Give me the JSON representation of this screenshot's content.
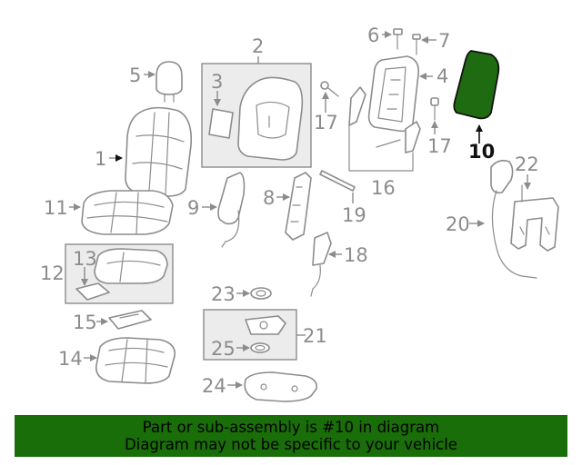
{
  "diagram": {
    "highlight_color": "#1f6b12",
    "callouts": {
      "c1": "1",
      "c2": "2",
      "c3": "3",
      "c4": "4",
      "c5": "5",
      "c6": "6",
      "c7": "7",
      "c8": "8",
      "c9": "9",
      "c10": "10",
      "c11": "11",
      "c12": "12",
      "c13": "13",
      "c14": "14",
      "c15": "15",
      "c16": "16",
      "c17a": "17",
      "c17b": "17",
      "c18": "18",
      "c19": "19",
      "c20": "20",
      "c21": "21",
      "c22": "22",
      "c23": "23",
      "c24": "24",
      "c25": "25"
    }
  },
  "banner": {
    "line1": "Part or sub-assembly is #10 in diagram",
    "line2": "Diagram may not be specific to your vehicle",
    "background": "#1a6e09"
  }
}
